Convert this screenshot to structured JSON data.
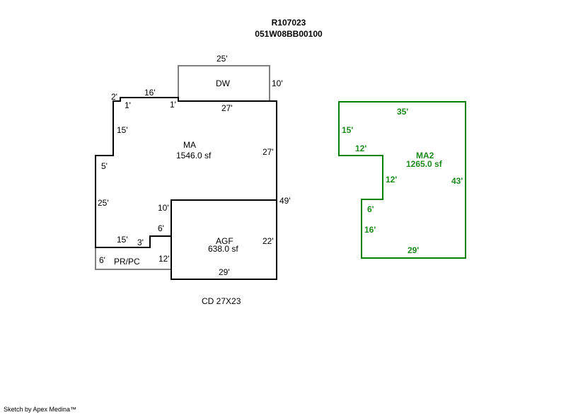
{
  "header": {
    "record_id": "R107023",
    "parcel_id": "051W08BB00100"
  },
  "colors": {
    "main_outline": "#000000",
    "secondary_outline": "#808080",
    "ma2_outline": "#008000",
    "ma2_text": "#1a8a1a"
  },
  "areas": {
    "dw": {
      "code": "DW",
      "dims": {
        "top": "25'",
        "right": "10'"
      }
    },
    "ma": {
      "code": "MA",
      "area": "1546.0 sf",
      "dims": {
        "top_left_step": "2'",
        "step_drop_1": "1'",
        "top_16": "16'",
        "step_drop_2": "1'",
        "top_27": "27'",
        "left_15": "15'",
        "left_5": "5'",
        "left_25": "25'",
        "right_27": "27'",
        "right_49": "49'",
        "inner_10": "10'",
        "inner_6": "6'",
        "bottom_15": "15'",
        "bottom_3": "3'"
      }
    },
    "agf": {
      "code": "AGF",
      "area": "638.0 sf",
      "dims": {
        "right": "22'",
        "bottom": "29'",
        "left": "12'"
      }
    },
    "prpc": {
      "code": "PR/PC",
      "dims": {
        "left": "6'"
      }
    },
    "ma2": {
      "code": "MA2",
      "area": "1265.0 sf",
      "dims": {
        "top": "35'",
        "left_15": "15'",
        "step_12": "12'",
        "inner_12": "12'",
        "right": "43'",
        "step_6": "6'",
        "left_16": "16'",
        "bottom": "29'"
      }
    }
  },
  "annotation": "CD 27X23",
  "footer": "Sketch by Apex Medina™"
}
